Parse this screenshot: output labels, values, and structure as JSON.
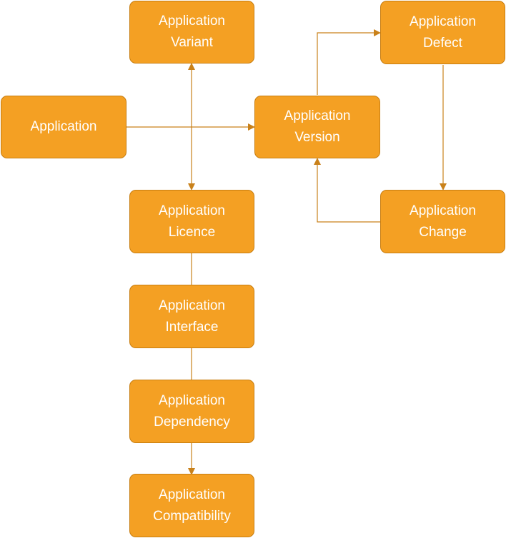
{
  "diagram": {
    "colors": {
      "node_fill": "#f4a023",
      "node_border": "#c77d10",
      "connector": "#c9811a",
      "text": "#ffffff"
    },
    "nodes": {
      "application": {
        "lines": [
          "Application"
        ]
      },
      "variant": {
        "lines": [
          "Application",
          "Variant"
        ]
      },
      "licence": {
        "lines": [
          "Application",
          "Licence"
        ]
      },
      "interface": {
        "lines": [
          "Application",
          "Interface"
        ]
      },
      "dependency": {
        "lines": [
          "Application",
          "Dependency"
        ]
      },
      "compatibility": {
        "lines": [
          "Application",
          "Compatibility"
        ]
      },
      "version": {
        "lines": [
          "Application",
          "Version"
        ]
      },
      "defect": {
        "lines": [
          "Application",
          "Defect"
        ]
      },
      "change": {
        "lines": [
          "Application",
          "Change"
        ]
      }
    }
  }
}
